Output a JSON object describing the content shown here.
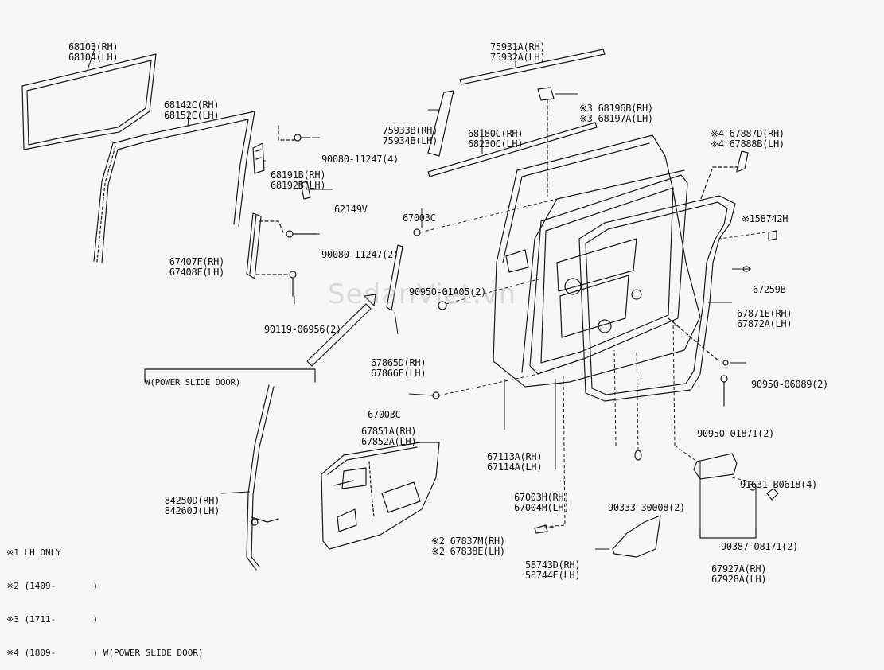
{
  "labels": {
    "p68103": [
      "68103(RH)",
      "68104(LH)"
    ],
    "p75931": [
      "75931A(RH)",
      "75932A(LH)"
    ],
    "p68142": [
      "68142C(RH)",
      "68152C(LH)"
    ],
    "p68196": [
      "※3 68196B(RH)",
      "※3 68197A(LH)"
    ],
    "p75933": [
      "75933B(RH)",
      "75934B(LH)"
    ],
    "p68180": [
      "68180C(RH)",
      "68230C(LH)"
    ],
    "p67887": [
      "※4 67887D(RH)",
      "※4 67888B(LH)"
    ],
    "p90080a": [
      "90080-11247(4)"
    ],
    "p68191": [
      "68191B(RH)",
      "68192B(LH)"
    ],
    "p62149": [
      "62149V"
    ],
    "p67003c_top": [
      "67003C"
    ],
    "p158742": [
      "※158742H"
    ],
    "p90080b": [
      "90080-11247(2)"
    ],
    "p67407": [
      "67407F(RH)",
      "67408F(LH)"
    ],
    "p90950a": [
      "90950-01A05(2)"
    ],
    "p67259": [
      "67259B"
    ],
    "p67871": [
      "67871E(RH)",
      "67872A(LH)"
    ],
    "p90119": [
      "90119-06956(2)"
    ],
    "p67865": [
      "67865D(RH)",
      "67866E(LH)"
    ],
    "p_power_top": [
      "W(POWER SLIDE DOOR)"
    ],
    "p90950b": [
      "90950-06089(2)"
    ],
    "p67003c_bot": [
      "67003C"
    ],
    "p90950c": [
      "90950-01871(2)"
    ],
    "p67851": [
      "67851A(RH)",
      "67852A(LH)"
    ],
    "p67113": [
      "67113A(RH)",
      "67114A(LH)"
    ],
    "p91631": [
      "91631-B0618(4)"
    ],
    "p67003h": [
      "67003H(RH)",
      "67004H(LH)"
    ],
    "p84250": [
      "84250D(RH)",
      "84260J(LH)"
    ],
    "p90333": [
      "90333-30008(2)"
    ],
    "p90387": [
      "90387-08171(2)"
    ],
    "p67837": [
      "※2 67837M(RH)",
      "※2 67838E(LH)"
    ],
    "p58743": [
      "58743D(RH)",
      "58744E(LH)"
    ],
    "p67927": [
      "67927A(RH)",
      "67928A(LH)"
    ]
  },
  "notes": [
    "※1 LH ONLY",
    "※2 (1409-       )",
    "※3 (1711-       )",
    "※4 (1809-       ) W(POWER SLIDE DOOR)"
  ],
  "watermark": "SedanViet.vn",
  "colors": {
    "line": "#1a1a1a",
    "background": "#f7f7f7",
    "watermark": "#a0a0a0"
  }
}
